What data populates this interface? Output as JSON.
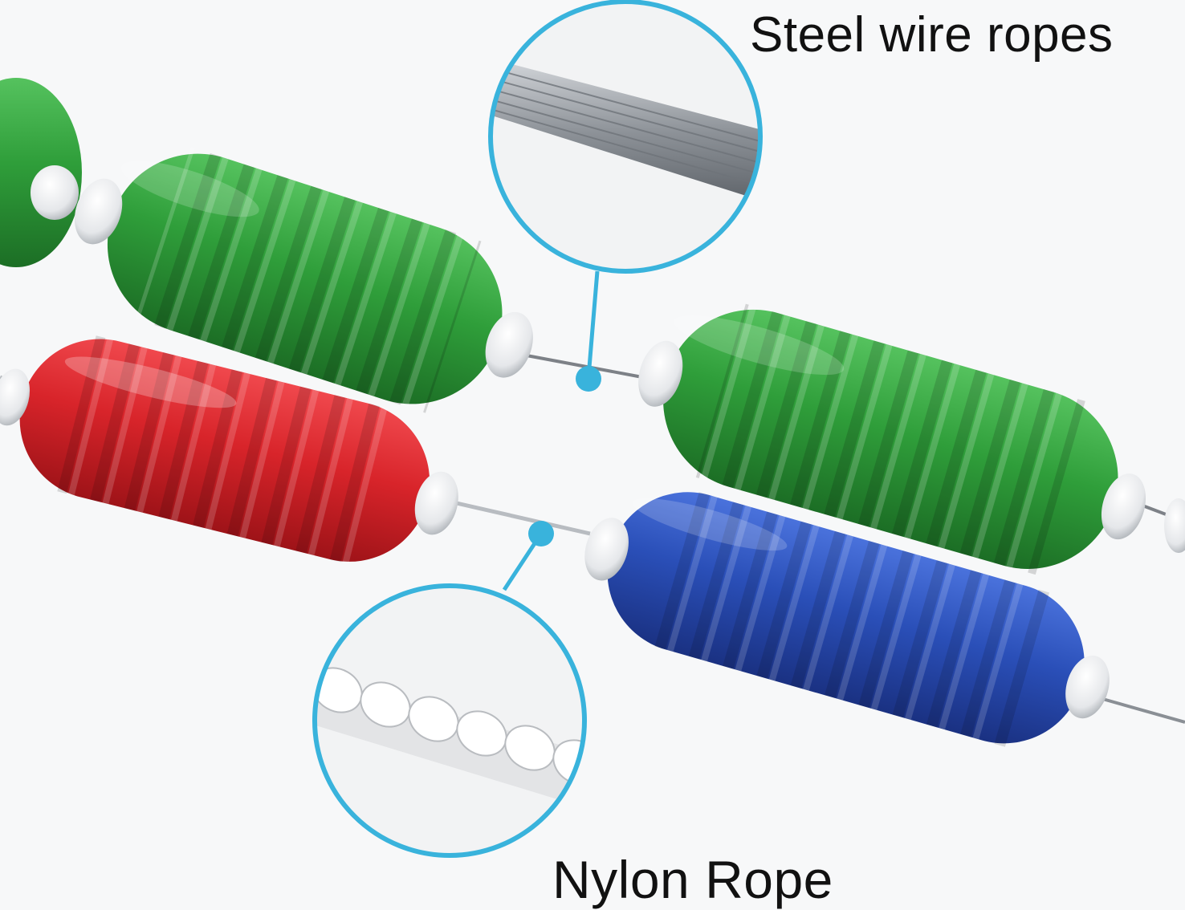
{
  "labels": {
    "steel": "Steel wire ropes",
    "nylon": "Nylon Rope"
  },
  "colors": {
    "background": "#f7f8f9",
    "callout": "#39b3dc",
    "green": "#2f9e3a",
    "red": "#d8242a",
    "blue": "#2a4fb8",
    "steel_wire": "#8c9096",
    "nylon": "#e9eaec"
  },
  "objects": [
    "green-float-partial",
    "green-float-upper",
    "green-float-right",
    "red-float",
    "blue-float",
    "steel-wire-callout",
    "nylon-rope-callout"
  ]
}
